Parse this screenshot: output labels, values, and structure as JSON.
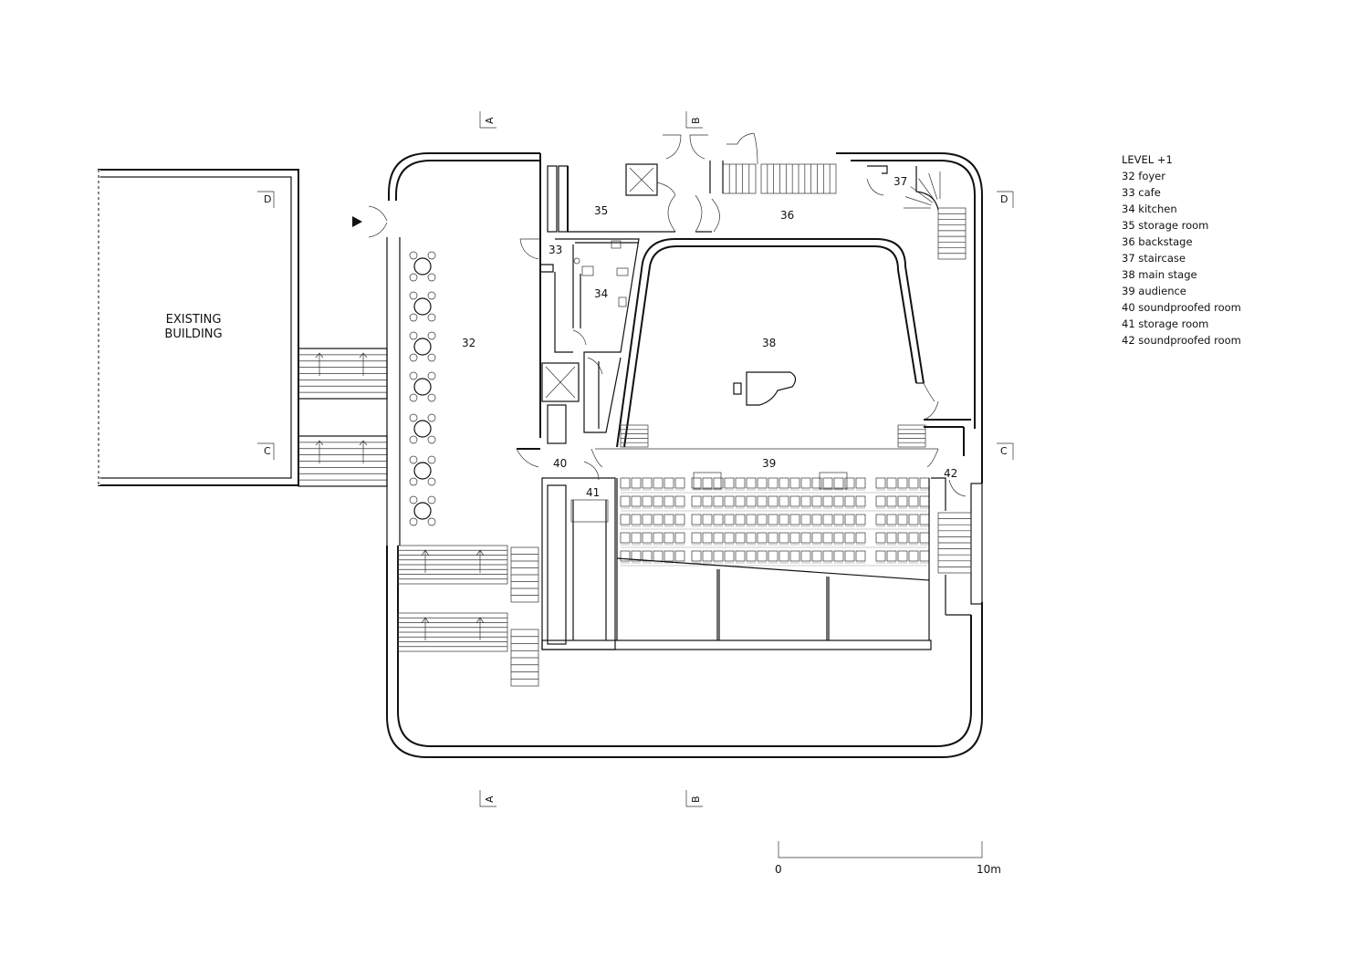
{
  "legend": {
    "title": "LEVEL +1",
    "items": [
      "32 foyer",
      "33 cafe",
      "34 kitchen",
      "35 storage room",
      "36 backstage",
      "37 staircase",
      "38 main stage",
      "39 audience",
      "40 soundproofed room",
      "41 storage room",
      "42 soundproofed room"
    ]
  },
  "existing_building": {
    "line1": "EXISTING",
    "line2": "BUILDING"
  },
  "rooms": {
    "r32": "32",
    "r33": "33",
    "r34": "34",
    "r35": "35",
    "r36": "36",
    "r37": "37",
    "r38": "38",
    "r39": "39",
    "r40": "40",
    "r41": "41",
    "r42": "42"
  },
  "section_markers": {
    "a": "A",
    "b": "B",
    "c": "C",
    "d": "D"
  },
  "scale_bar": {
    "start": "0",
    "end": "10m"
  }
}
